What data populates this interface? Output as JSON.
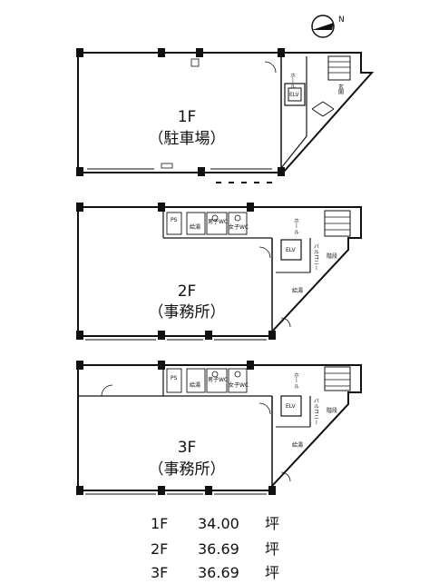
{
  "compass": {
    "label": "N"
  },
  "floors": [
    {
      "id": "1f",
      "name": "1F",
      "use": "（駐車場）",
      "labels": {
        "hall": "ホール",
        "entrance": "玄関",
        "elv": "ELV"
      }
    },
    {
      "id": "2f",
      "name": "2F",
      "use": "（事務所）",
      "labels": {
        "hall": "ホール",
        "elv": "ELV",
        "balcony": "バルコニー",
        "stairs": "階段",
        "kyutou": "給湯",
        "ps": "PS",
        "wc_m": "男子WC",
        "wc_f": "女子WC"
      }
    },
    {
      "id": "3f",
      "name": "3F",
      "use": "（事務所）",
      "labels": {
        "hall": "ホール",
        "elv": "ELV",
        "balcony": "バルコニー",
        "stairs": "階段",
        "kyutou": "給湯",
        "ps": "PS",
        "wc_m": "男子WC",
        "wc_f": "女子WC"
      }
    }
  ],
  "areas": [
    {
      "floor": "1F",
      "value": "34.00",
      "unit": "坪"
    },
    {
      "floor": "2F",
      "value": "36.69",
      "unit": "坪"
    },
    {
      "floor": "3F",
      "value": "36.69",
      "unit": "坪"
    }
  ]
}
